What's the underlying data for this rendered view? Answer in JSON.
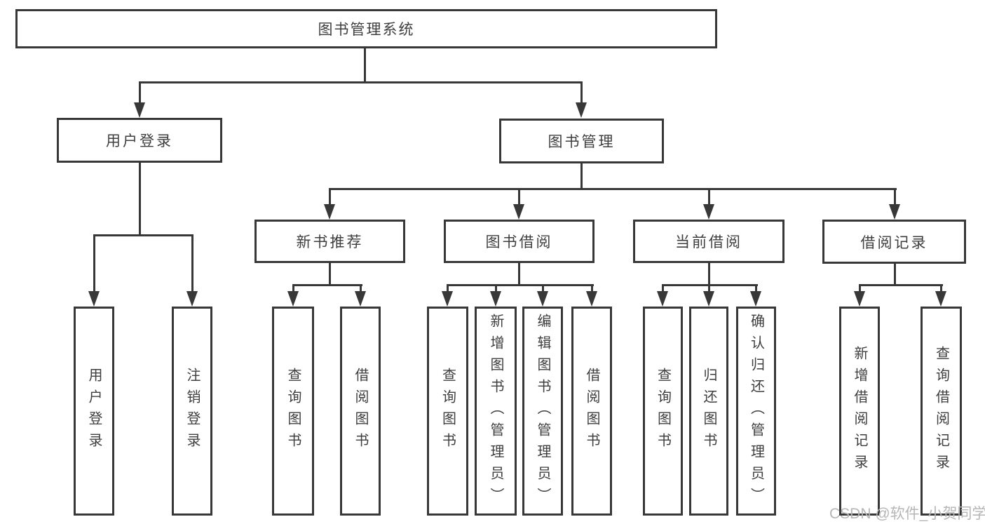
{
  "root": {
    "label": "图书管理系统"
  },
  "branches": [
    {
      "label": "用户登录",
      "leaves": [
        "用户登录",
        "注销登录"
      ]
    },
    {
      "label": "图书管理",
      "groups": [
        {
          "label": "新书推荐",
          "leaves": [
            "查询图书",
            "借阅图书"
          ]
        },
        {
          "label": "图书借阅",
          "leaves": [
            "查询图书",
            "新增图书（管理员）",
            "编辑图书（管理员）",
            "借阅图书"
          ]
        },
        {
          "label": "当前借阅",
          "leaves": [
            "查询图书",
            "归还图书",
            "确认归还（管理员）"
          ]
        },
        {
          "label": "借阅记录",
          "leaves": [
            "新增借阅记录",
            "查询借阅记录"
          ]
        }
      ]
    }
  ],
  "watermark": "CSDN @软件_小贺同学",
  "colors": {
    "line": "#383838",
    "text": "#3e3e3e",
    "box_background": "#ffffff",
    "page_background": "#ffffff",
    "watermark": "#b6b6b6"
  }
}
